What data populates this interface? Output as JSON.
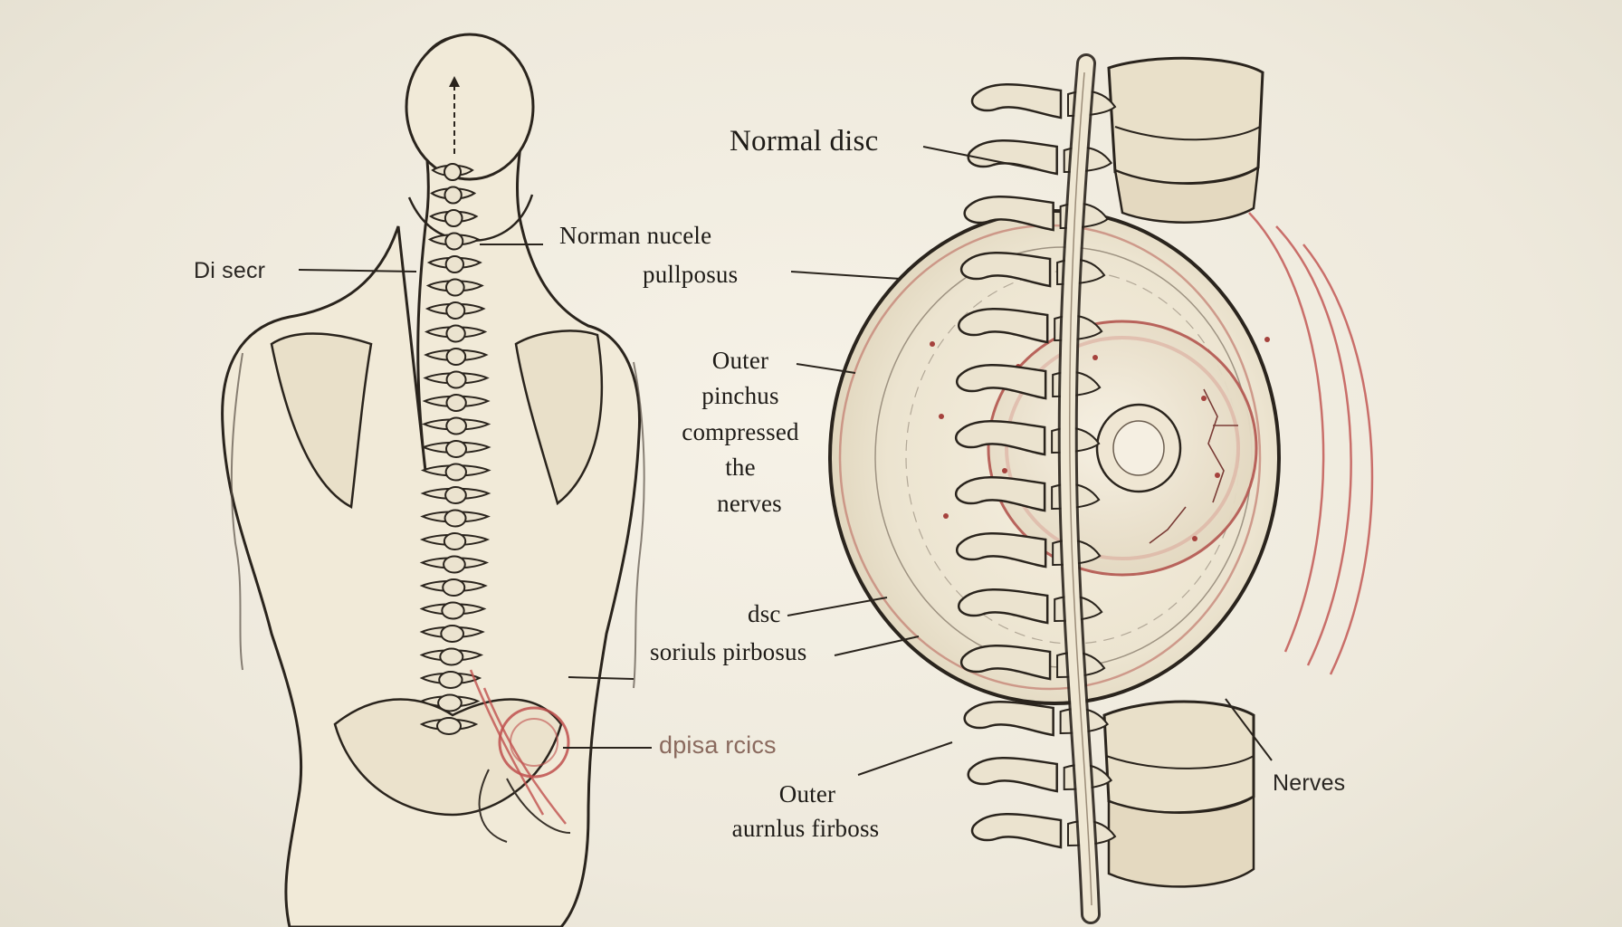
{
  "colors": {
    "ink": "#2a241d",
    "bone": "#ebe3cf",
    "skin": "#f1ead8",
    "accent_red": "#c0504d",
    "background": "#efebdf"
  },
  "labels": {
    "di_secr": "Di secr",
    "norman_nucele": "Norman nucele",
    "pullposus": "pullposus",
    "outer_1": "Outer",
    "pinchus": "pinchus",
    "compressed": "compressed",
    "the": "the",
    "nerves_mid": "nerves",
    "dsc": "dsc",
    "soriuls_pirbosus": "soriuls pirbosus",
    "dpisa_rcics": "dpisa rcics",
    "outer_2": "Outer",
    "aurnlus_firboss": "aurnlus firboss",
    "normal_disc": "Normal disc",
    "nerves_right": "Nerves"
  }
}
